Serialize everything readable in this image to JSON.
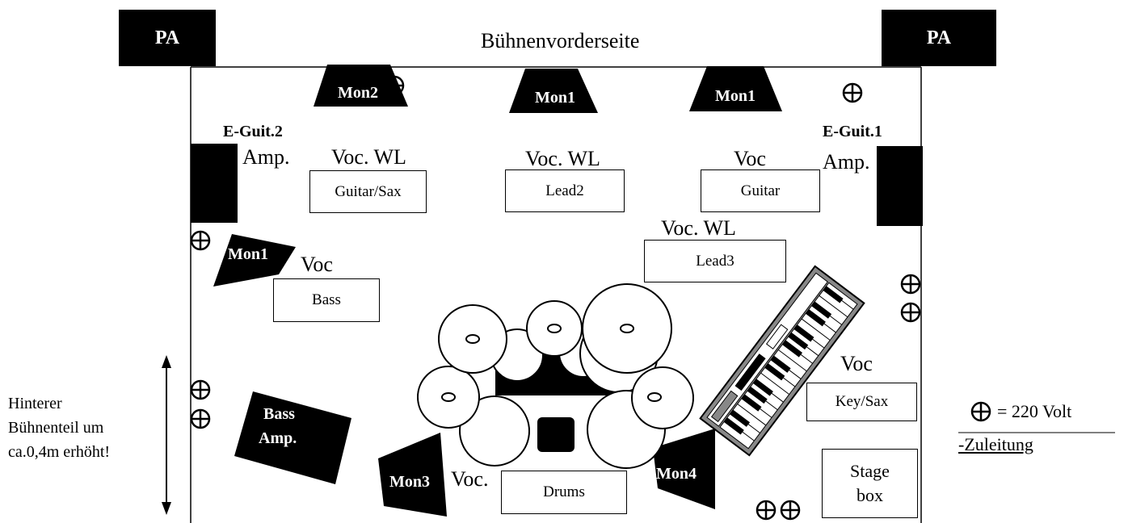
{
  "stage": {
    "front_label": "Bühnenvorderseite",
    "pa_left": "PA",
    "pa_right": "PA"
  },
  "amps": {
    "eguit2_title": "E-Guit.2",
    "eguit2_amp": "Amp.",
    "eguit1_title": "E-Guit.1",
    "eguit1_amp": "Amp.",
    "bass_amp_line1": "Bass",
    "bass_amp_line2": "Amp."
  },
  "monitors": {
    "mon2": "Mon2",
    "mon1_center": "Mon1",
    "mon1_right": "Mon1",
    "mon1_left": "Mon1",
    "mon3": "Mon3",
    "mon4": "Mon4"
  },
  "positions": {
    "guitar_sax": {
      "label": "Guitar/Sax",
      "voc": "Voc. WL"
    },
    "lead2": {
      "label": "Lead2",
      "voc": "Voc. WL"
    },
    "guitar": {
      "label": "Guitar",
      "voc": "Voc"
    },
    "lead3": {
      "label": "Lead3",
      "voc": "Voc. WL"
    },
    "bass": {
      "label": "Bass",
      "voc": "Voc"
    },
    "key_sax": {
      "label": "Key/Sax",
      "voc": "Voc"
    },
    "drums": {
      "label": "Drums",
      "voc": "Voc."
    },
    "stage_box": {
      "line1": "Stage",
      "line2": "box"
    }
  },
  "side_note": {
    "line1": "Hinterer",
    "line2": "Bühnenteil um",
    "line3": "ca.0,4m erhöht!"
  },
  "legend": {
    "value": "= 220 Volt",
    "desc": "-Zuleitung"
  },
  "icons": {
    "outlet": "circle-plus-icon",
    "drum_kit": "drum-kit-icon",
    "keyboard": "keyboard-icon",
    "arrow": "double-arrow-icon"
  }
}
